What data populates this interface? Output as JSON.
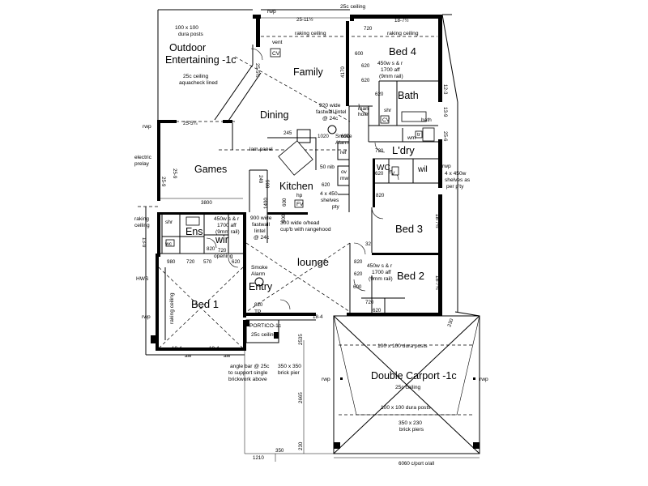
{
  "rooms": {
    "outdoor": "Outdoor",
    "entertaining": "Entertaining -1c",
    "family": "Family",
    "dining": "Dining",
    "games": "Games",
    "kitchen": "Kitchen",
    "bed4": "Bed 4",
    "bath": "Bath",
    "laundry": "L'dry",
    "bed3": "Bed 3",
    "bed2": "Bed 2",
    "lounge": "lounge",
    "entry": "Entry",
    "bed1": "Bed 1",
    "ens": "Ens",
    "wir": "wir",
    "wc": "WC",
    "wil": "wil",
    "carport": "Double Carport -1c",
    "portico": "PORTICO-1c"
  },
  "notes": {
    "dura_posts_top_1": "100 x 100",
    "dura_posts_top_2": "dura posts",
    "ceiling_25c_top": "25c ceiling",
    "rwp_top": "rwp",
    "raking_ceiling_1": "raking ceiling",
    "raking_ceiling_2": "raking ceiling",
    "aquacheck_1": "25c ceiling",
    "aquacheck_2": "aquacheck lined",
    "vent": "vent",
    "cv_1": "CV",
    "cv_2": "CV",
    "hw_bed4_1": "450w s & r",
    "hw_bed4_2": "1700 aff",
    "hw_bed4_3": "(9mm rail)",
    "lintel_920_1": "920 wide",
    "lintel_920_2": "fastwall lintel",
    "lintel_920_3": "@ 24c",
    "man_hole_1": "man",
    "man_hole_2": "hole",
    "smoke_alarm_1a": "Smoke",
    "smoke_alarm_1b": "Alarm",
    "shr_bath": "shr",
    "bath_small": "bath",
    "wm": "wm",
    "tr": "tr",
    "rwp_left": "rwp",
    "electric_1": "electric",
    "electric_2": "prelay",
    "lam_panel": "lam.panel",
    "ref": "ref",
    "nib_50": "50 nib",
    "ov": "ov",
    "mw": "mw",
    "fv": "FV",
    "rwp_right": "rwp",
    "shelves_right_1": "4 x 450w",
    "shelves_right_2": "shelves as",
    "shelves_right_3": "per p'ty",
    "raking_ceiling_left": "raking ceiling",
    "raking_ceiling_vert": "raking ceiling",
    "shelves_kit_1": "4 x 450",
    "shelves_kit_2": "shelves",
    "shelves_kit_3": "pty",
    "hp": "hp",
    "fv_kit": "FV",
    "hw_ens_1": "450w s & r",
    "hw_ens_2": "1700 aff",
    "hw_ens_3": "(9mm rail)",
    "lintel_900_1": "900 wide",
    "lintel_900_2": "fastwall",
    "lintel_900_3": "lintel",
    "lintel_900_4": "@ 24c",
    "overhead_1": "300 wide o/head",
    "overhead_2": "cup'b with rangehood",
    "shr_ens": "shr",
    "wc_ens": "wc",
    "opening": "opening",
    "smoke_alarm_2a": "Smoke",
    "smoke_alarm_2b": "Alarm",
    "hw_bed2_1": "450w s & r",
    "hw_bed2_2": "1700 aff",
    "hw_bed2_3": "(9mm rail)",
    "hws": "HWS",
    "rwp_bed1": "rwp",
    "tp": "TP",
    "ceiling_25c_portico": "25c ceiling",
    "dura_posts_carport": "100 x 100 dura posts",
    "angle_bar_1": "angle bar @ 25c",
    "angle_bar_2": "to support single",
    "angle_bar_3": "brickwork above",
    "brick_pier_1": "350 x 350",
    "brick_pier_2": "brick pier",
    "rwp_carport_l": "rwp",
    "rwp_carport_r": "rwp",
    "ceiling_25c_carport": "25c ceiling",
    "dura_posts_carport_2": "100 x 100 dura posts",
    "brick_piers_1": "350 x 230",
    "brick_piers_2": "brick piers",
    "aw_1": "aw",
    "aw_2": "aw"
  },
  "dims": {
    "d_25_11": "25-11½",
    "d_18_7_top": "18-7½",
    "d_720_top": "720",
    "d_600_b4": "600",
    "d_620_a": "620",
    "d_620_b": "620",
    "d_4170": "4170",
    "d_620_bath": "620",
    "d_25_5_top": "25-5½",
    "d_12_3": "12-3",
    "d_13_9": "13-9",
    "d_25_5_left": "25-5¼",
    "d_245": "245",
    "d_1020": "1020",
    "d_690": "690",
    "d_720_ldry": "720",
    "d_620_wc": "620",
    "d_25_6_r": "25-6",
    "d_25_9": "25-9",
    "d_25_9_b": "25-9",
    "d_249": "249",
    "d_900_a": "900",
    "d_620_kit": "620",
    "d_820_k": "820",
    "d_3800": "3800",
    "d_1400": "1400",
    "d_600_k": "600",
    "d_600_k2": "600",
    "d_18_7_right": "18-7½",
    "d_13_9_l": "13-9",
    "d_980": "980",
    "d_720_e": "720",
    "d_570": "570",
    "d_620_e": "620",
    "d_820_wir": "820",
    "d_720_wir": "720",
    "d_820_entry": "820",
    "d_820_l": "820",
    "d_32": "32",
    "d_620_b2": "620",
    "d_600_b2": "600",
    "d_18_7_b2": "18-7¾",
    "d_720_b2": "720",
    "d_620_b3": "620",
    "d_18_4_a": "18-4",
    "d_18_4_b": "18-4",
    "d_18_4_c": "18-4",
    "d_2535": "2535",
    "d_2665": "2665",
    "d_230": "230",
    "d_230_b": "230",
    "d_1210": "1210",
    "d_350": "350",
    "d_6060": "6060 c/port o/all"
  }
}
